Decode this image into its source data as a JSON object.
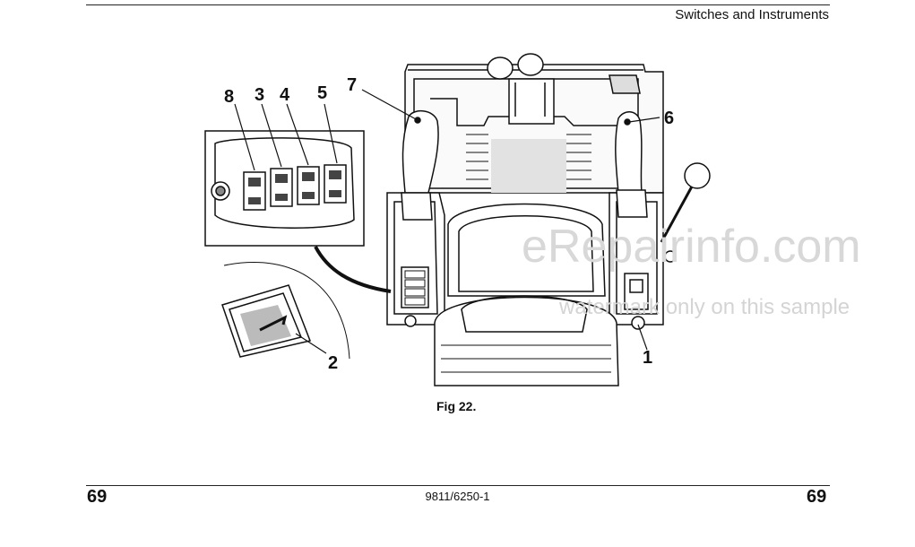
{
  "header": {
    "section_title": "Switches and Instruments"
  },
  "figure": {
    "caption": "Fig 22.",
    "callouts": [
      "1",
      "2",
      "3",
      "4",
      "5",
      "6",
      "7",
      "8"
    ]
  },
  "watermark": {
    "site": "eRepairinfo.com",
    "notice": "watermark only on this sample"
  },
  "footer": {
    "page_left": "69",
    "doc_code": "9811/6250-1",
    "page_right": "69"
  }
}
